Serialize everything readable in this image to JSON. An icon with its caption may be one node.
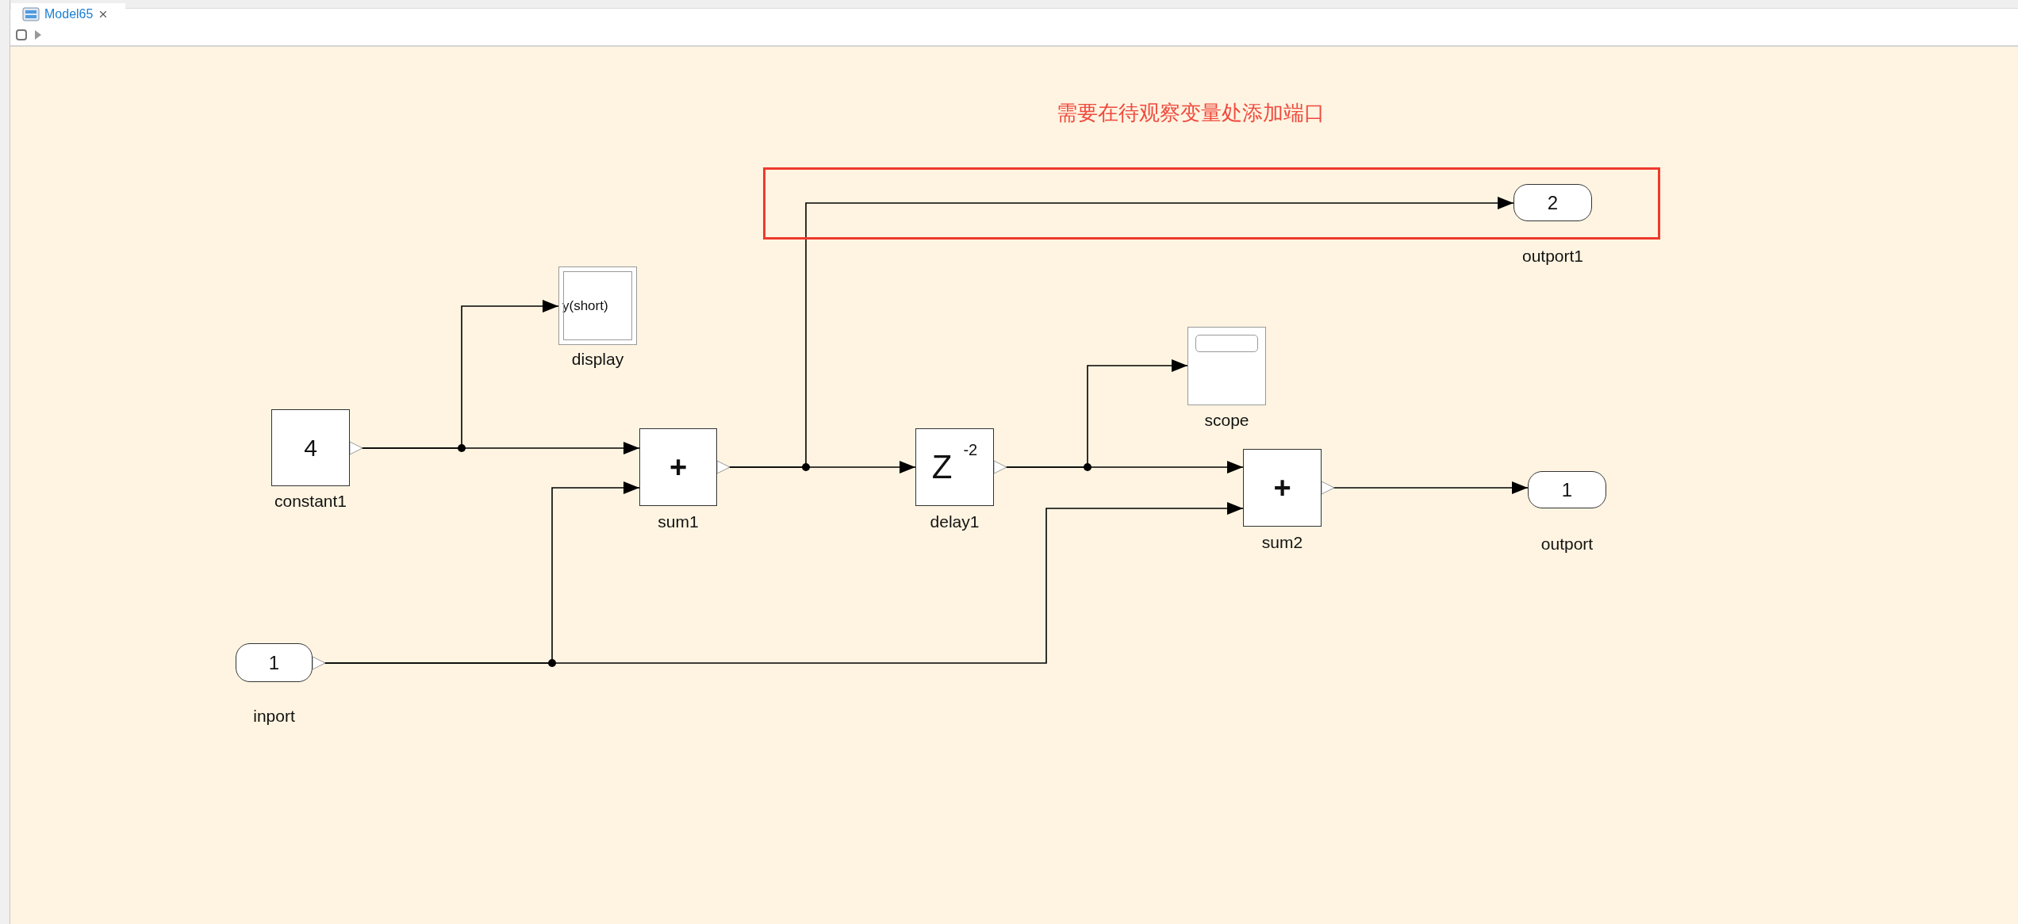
{
  "diagram": {
    "nodes": [
      {
        "text": [
          "需要在待观察变量处添加端口"
        ]
      },
      {
        "text": [
          "2",
          "outport1"
        ],
        "in": 0
      },
      {
        "text": [
          "y(short)",
          "display"
        ]
      },
      {
        "text": [
          "4",
          "constant1"
        ]
      },
      {
        "text": [
          "+",
          "sum1"
        ]
      },
      {
        "text": [
          "Z$^{-2}$",
          "delay1"
        ]
      },
      {
        "text": [
          "scope"
        ]
      },
      {
        "text": [
          "+",
          "sum2"
        ]
      },
      {
        "text": [
          "1",
          "outport"
        ]
      },
      {
        "text": [
          "1",
          "inport"
        ]
      }
    ],
    "edges": [
      {
        "from": 3,
        "to": 2,
        "arrow": "to"
      },
      {
        "from": 3,
        "to": 4,
        "arrow": "to"
      },
      {
        "from": 9,
        "to": 4,
        "arrow": "to"
      },
      {
        "from": 9,
        "to": 7,
        "arrow": "to"
      },
      {
        "from": 4,
        "to": 5,
        "arrow": "to"
      },
      {
        "from": 4,
        "to": 1,
        "arrow": "to"
      },
      {
        "from": 5,
        "to": 6,
        "arrow": "to"
      },
      {
        "from": 5,
        "to": 7,
        "arrow": "to"
      },
      {
        "from": 7,
        "to": 8,
        "arrow": "to"
      }
    ],
    "labels": [
      "Model65"
    ]
  }
}
